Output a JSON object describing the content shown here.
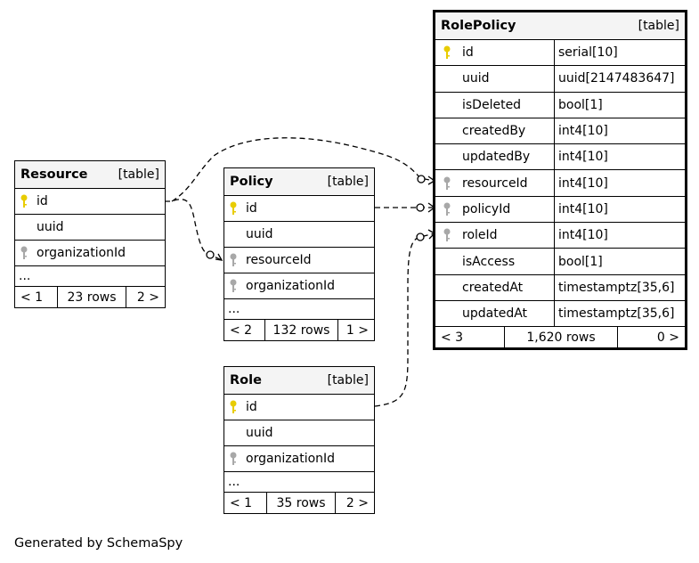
{
  "tables": {
    "resource": {
      "name": "Resource",
      "type": "[table]",
      "columns": [
        {
          "name": "id",
          "key": "pk"
        },
        {
          "name": "uuid",
          "key": ""
        },
        {
          "name": "organizationId",
          "key": "fk"
        }
      ],
      "ellipsis": "...",
      "footer": {
        "prev": "< 1",
        "rows": "23 rows",
        "next": "2 >"
      }
    },
    "policy": {
      "name": "Policy",
      "type": "[table]",
      "columns": [
        {
          "name": "id",
          "key": "pk"
        },
        {
          "name": "uuid",
          "key": ""
        },
        {
          "name": "resourceId",
          "key": "fk"
        },
        {
          "name": "organizationId",
          "key": "fk"
        }
      ],
      "ellipsis": "...",
      "footer": {
        "prev": "< 2",
        "rows": "132 rows",
        "next": "1 >"
      }
    },
    "role": {
      "name": "Role",
      "type": "[table]",
      "columns": [
        {
          "name": "id",
          "key": "pk"
        },
        {
          "name": "uuid",
          "key": ""
        },
        {
          "name": "organizationId",
          "key": "fk"
        }
      ],
      "ellipsis": "...",
      "footer": {
        "prev": "< 1",
        "rows": "35 rows",
        "next": "2 >"
      }
    },
    "rolepolicy": {
      "name": "RolePolicy",
      "type": "[table]",
      "columns": [
        {
          "name": "id",
          "type": "serial[10]",
          "key": "pk"
        },
        {
          "name": "uuid",
          "type": "uuid[2147483647]",
          "key": ""
        },
        {
          "name": "isDeleted",
          "type": "bool[1]",
          "key": ""
        },
        {
          "name": "createdBy",
          "type": "int4[10]",
          "key": ""
        },
        {
          "name": "updatedBy",
          "type": "int4[10]",
          "key": ""
        },
        {
          "name": "resourceId",
          "type": "int4[10]",
          "key": "fk"
        },
        {
          "name": "policyId",
          "type": "int4[10]",
          "key": "fk"
        },
        {
          "name": "roleId",
          "type": "int4[10]",
          "key": "fk"
        },
        {
          "name": "isAccess",
          "type": "bool[1]",
          "key": ""
        },
        {
          "name": "createdAt",
          "type": "timestamptz[35,6]",
          "key": ""
        },
        {
          "name": "updatedAt",
          "type": "timestamptz[35,6]",
          "key": ""
        }
      ],
      "footer": {
        "prev": "< 3",
        "rows": "1,620 rows",
        "next": "0 >"
      }
    }
  },
  "colors": {
    "pk_key": "#e8cc00",
    "fk_key": "#a8a8a8",
    "header_bg": "#f4f4f4"
  },
  "icons": {
    "primary_key": "key-icon",
    "foreign_key": "key-icon"
  },
  "generated_by": "Generated by SchemaSpy"
}
